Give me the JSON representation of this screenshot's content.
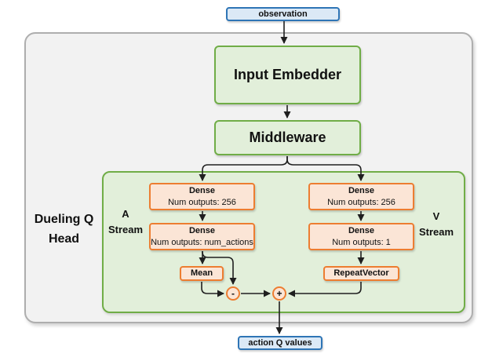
{
  "diagram": {
    "observation": "observation",
    "input_embedder": "Input Embedder",
    "middleware": "Middleware",
    "dueling_head_label": "Dueling Q\nHead",
    "a_stream": {
      "label": "A\nStream",
      "dense1": {
        "title": "Dense",
        "subtitle": "Num outputs: 256"
      },
      "dense2": {
        "title": "Dense",
        "subtitle": "Num outputs: num_actions"
      },
      "mean": "Mean"
    },
    "v_stream": {
      "label": "V\nStream",
      "dense1": {
        "title": "Dense",
        "subtitle": "Num outputs: 256"
      },
      "dense2": {
        "title": "Dense",
        "subtitle": "Num outputs: 1"
      },
      "repeat_vector": "RepeatVector"
    },
    "operators": {
      "subtract": "-",
      "add": "+"
    },
    "action_q_values": "action Q values"
  },
  "colors": {
    "blue_border": "#2e75b6",
    "blue_fill": "#dbe9f6",
    "green_border": "#70ad47",
    "green_fill": "#e2efda",
    "orange_border": "#ed7d31",
    "orange_fill": "#fbe5d6",
    "outer_fill": "#f2f2f2",
    "outer_border": "#aeaeae",
    "arrow": "#1f1f1f"
  }
}
